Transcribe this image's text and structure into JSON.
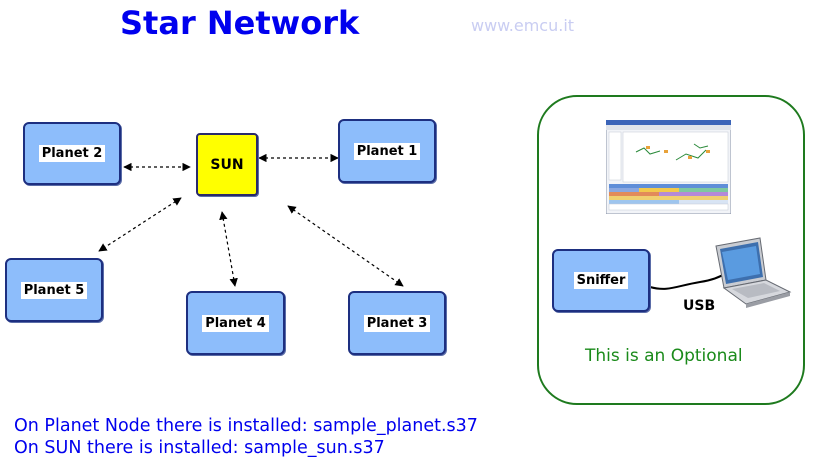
{
  "header": {
    "title": "Star Network",
    "watermark": "www.emcu.it"
  },
  "nodes": {
    "planet2": "Planet 2",
    "sun": "SUN",
    "planet1": "Planet 1",
    "planet5": "Planet 5",
    "planet4": "Planet 4",
    "planet3": "Planet 3"
  },
  "optional": {
    "sniffer": "Sniffer",
    "usb": "USB",
    "caption": "This is an Optional"
  },
  "notes": [
    "On Planet Node there is installed: sample_planet.s37",
    "On SUN there is installed: sample_sun.s37"
  ],
  "colors": {
    "title": "#0000ee",
    "planet_fill": "#8dbdfb",
    "sun_fill": "#ffff00",
    "optional_border": "#1e7a1e"
  }
}
